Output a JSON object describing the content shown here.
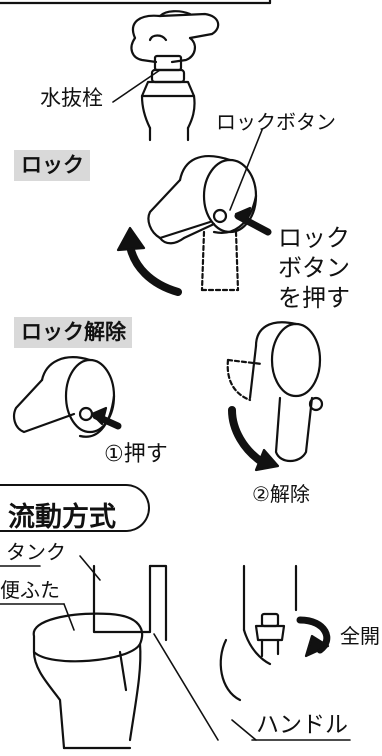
{
  "labels": {
    "drain_plug": "水抜栓",
    "lock_button": "ロックボタン",
    "lock": "ロック",
    "press_lock_button_1": "ロック",
    "press_lock_button_2": "ボタン",
    "press_lock_button_3": "を押す",
    "unlock": "ロック解除",
    "step1_press": "①押す",
    "step2_release": "②解除",
    "flow_method": "流動方式",
    "tank": "タンク",
    "toilet_lid": "便ふた",
    "full_open": "全開",
    "handle": "ハンドル"
  }
}
